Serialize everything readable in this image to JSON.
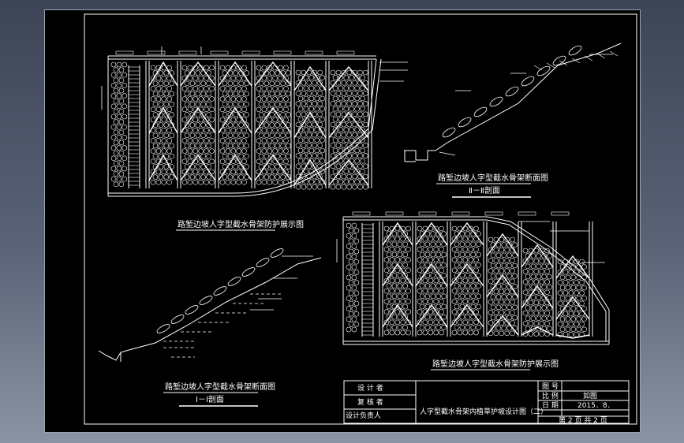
{
  "titles": {
    "left_elevation": "路堑边坡人字型截水骨架防护展示图",
    "top_section": "路堑边坡人字型截水骨架断面图",
    "top_section_sub": "Ⅱ－Ⅱ剖面",
    "right_elevation": "路堑边坡人字型截水骨架防护展示图",
    "bottom_section": "路堑边坡人字型截水骨架断面图",
    "bottom_section_sub": "Ⅰ－Ⅰ剖面"
  },
  "title_block": {
    "designer": "设 计 者",
    "checker": "复 核 者",
    "lead": "设计负责人",
    "drawing_name": "人字型截水骨架内植草护坡设计图（二）",
    "drawing_no_label": "图 号",
    "scale_label": "比 例",
    "scale_value": "如图",
    "date_label": "日 期",
    "date_value": "2015．8．",
    "sheet_text": "第 2 页   共 2 页"
  }
}
